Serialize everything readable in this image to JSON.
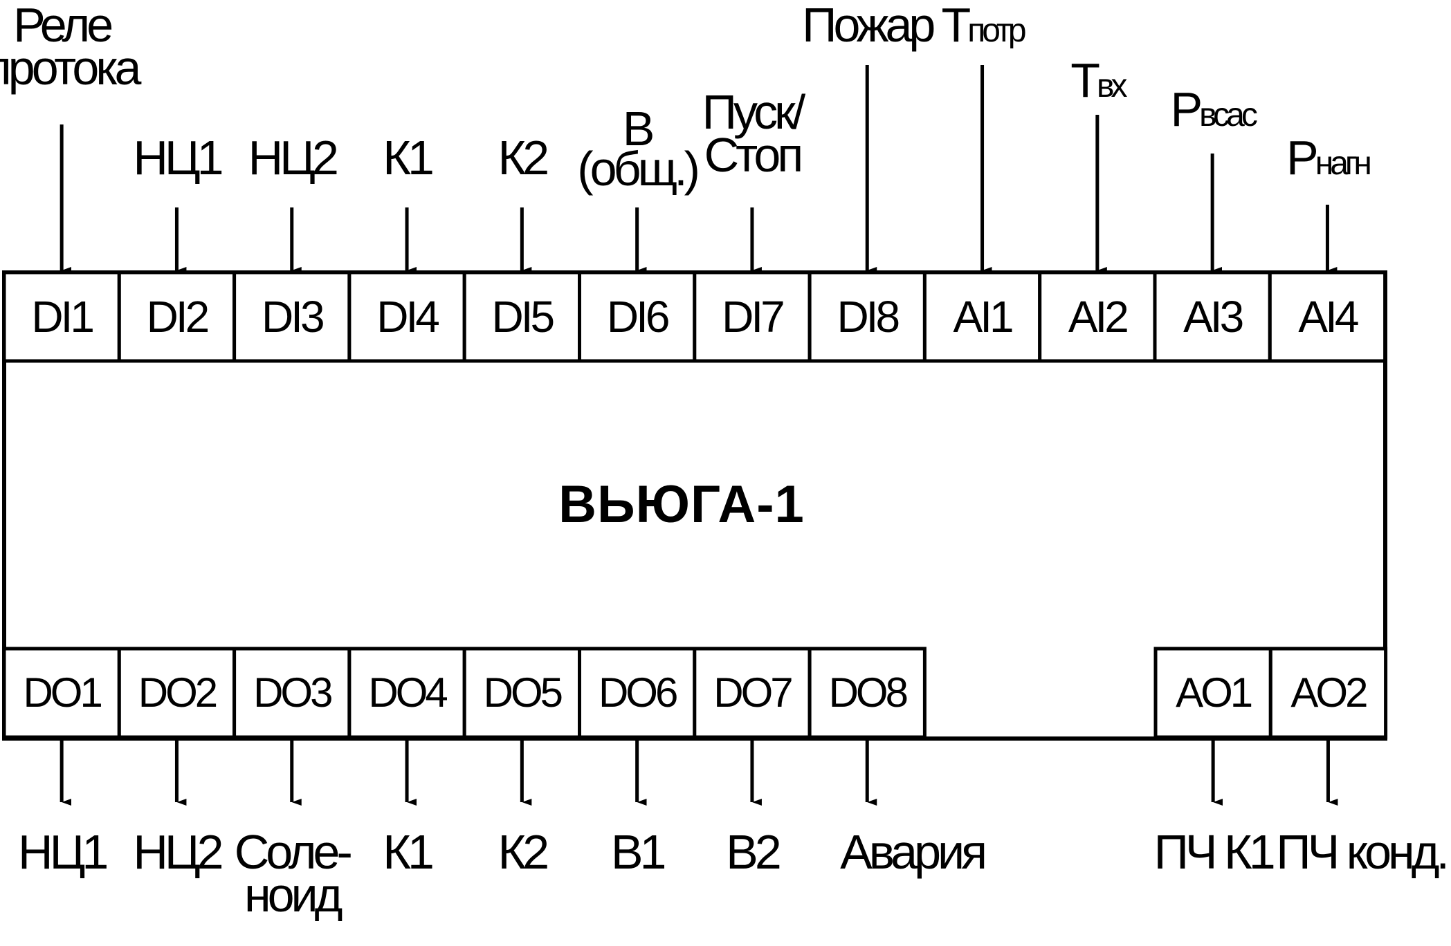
{
  "device_title": "ВЬЮГА-1",
  "inputs": [
    {
      "port": "DI1",
      "label_lines": [
        {
          "main": "Реле"
        },
        {
          "main": "протока"
        }
      ]
    },
    {
      "port": "DI2",
      "label_lines": [
        {
          "main": "НЦ1"
        }
      ]
    },
    {
      "port": "DI3",
      "label_lines": [
        {
          "main": "НЦ2"
        }
      ]
    },
    {
      "port": "DI4",
      "label_lines": [
        {
          "main": "К1"
        }
      ]
    },
    {
      "port": "DI5",
      "label_lines": [
        {
          "main": "К2"
        }
      ]
    },
    {
      "port": "DI6",
      "label_lines": [
        {
          "main": "В"
        },
        {
          "main": "(общ.)"
        }
      ]
    },
    {
      "port": "DI7",
      "label_lines": [
        {
          "main": "Пуск/"
        },
        {
          "main": "Стоп"
        }
      ]
    },
    {
      "port": "DI8",
      "label_lines": [
        {
          "main": "Пожар"
        }
      ]
    },
    {
      "port": "AI1",
      "label_lines": [
        {
          "main": "Т",
          "sub": "потр"
        }
      ]
    },
    {
      "port": "AI2",
      "label_lines": [
        {
          "main": "Т",
          "sub": "вх"
        }
      ]
    },
    {
      "port": "AI3",
      "label_lines": [
        {
          "main": "Р",
          "sub": "всас"
        }
      ]
    },
    {
      "port": "AI4",
      "label_lines": [
        {
          "main": "Р",
          "sub": "нагн"
        }
      ]
    }
  ],
  "outputs": [
    {
      "port": "DO1",
      "label_lines": [
        {
          "main": "НЦ1"
        }
      ]
    },
    {
      "port": "DO2",
      "label_lines": [
        {
          "main": "НЦ2"
        }
      ]
    },
    {
      "port": "DO3",
      "label_lines": [
        {
          "main": "Соле-"
        },
        {
          "main": "ноид"
        }
      ]
    },
    {
      "port": "DO4",
      "label_lines": [
        {
          "main": "К1"
        }
      ]
    },
    {
      "port": "DO5",
      "label_lines": [
        {
          "main": "К2"
        }
      ]
    },
    {
      "port": "DO6",
      "label_lines": [
        {
          "main": "В1"
        }
      ]
    },
    {
      "port": "DO7",
      "label_lines": [
        {
          "main": "В2"
        }
      ]
    },
    {
      "port": "DO8",
      "label_lines": [
        {
          "main": "Авария"
        }
      ]
    },
    {
      "port": "AO1",
      "label_lines": [
        {
          "main": "ПЧ К1"
        }
      ]
    },
    {
      "port": "AO2",
      "label_lines": [
        {
          "main": "ПЧ конд."
        }
      ]
    }
  ]
}
